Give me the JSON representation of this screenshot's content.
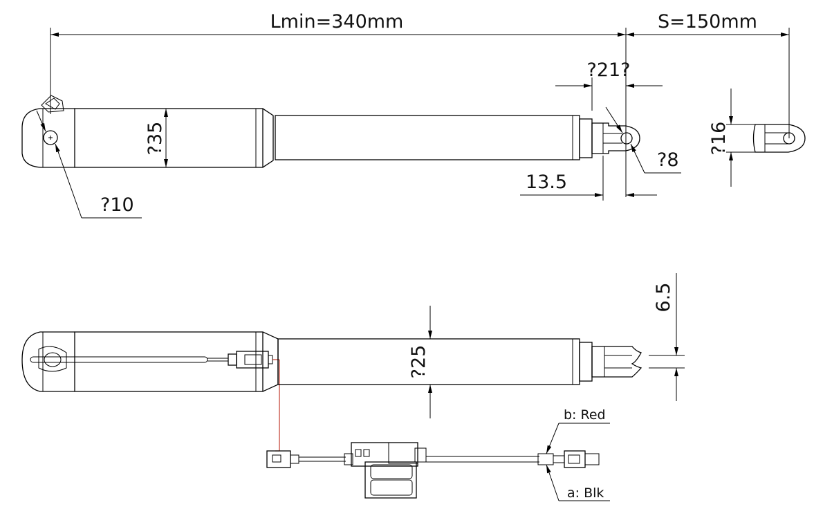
{
  "dimensions": {
    "lmin": "Lmin=340mm",
    "stroke": "S=150mm",
    "rod_end_width": "?21?",
    "rear_hole": "?10",
    "body_dia": "?35",
    "front_hole": "?8",
    "rod_end_offset": "13.5",
    "clevis_dia": "?16",
    "tube_dia": "?25",
    "slot_width": "6.5"
  },
  "wires": {
    "b": "b: Red",
    "a": "a: Blk"
  },
  "colors": {
    "line": "#000000",
    "wire": "#c0392b"
  }
}
